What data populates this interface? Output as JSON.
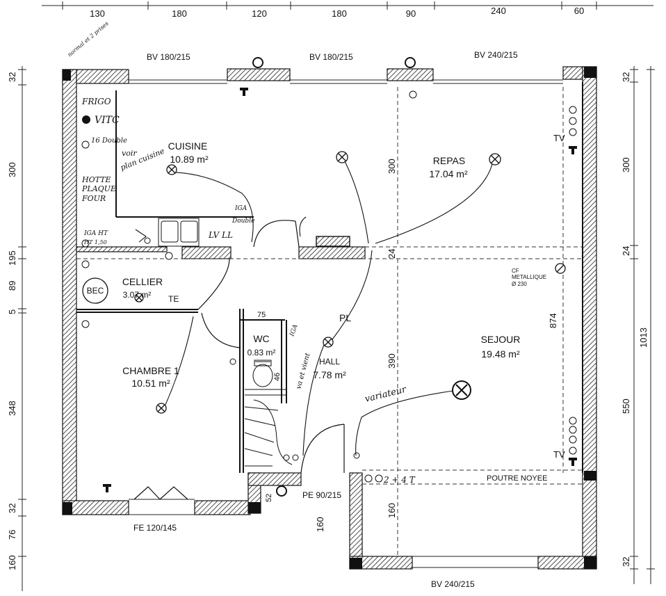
{
  "top_dimensions": [
    "130",
    "180",
    "120",
    "180",
    "90",
    "240",
    "60"
  ],
  "left_dimensions": [
    "32",
    "300",
    "195",
    "89",
    "5",
    "348",
    "32",
    "76",
    "160"
  ],
  "right_dimensions": [
    "32",
    "300",
    "24",
    "550",
    "32"
  ],
  "right_total": "1013",
  "openings": {
    "top_left": "BV 180/215",
    "top_mid": "BV 180/215",
    "top_right": "BV 240/215",
    "bottom_left": "FE 120/145",
    "entry_door": "PE 90/215",
    "bottom_right": "BV 240/215"
  },
  "rooms": {
    "cuisine": {
      "name": "CUISINE",
      "area": "10.89 m²"
    },
    "repas": {
      "name": "REPAS",
      "area": "17.04 m²"
    },
    "cellier": {
      "name": "CELLIER",
      "area": "3.07 m²"
    },
    "wc": {
      "name": "WC",
      "area": "0.83 m²"
    },
    "hall": {
      "name": "HALL",
      "area": "7.78 m²"
    },
    "sejour": {
      "name": "SEJOUR",
      "area": "19.48 m²"
    },
    "chambre": {
      "name": "CHAMBRE 1",
      "area": "10.51 m²"
    }
  },
  "interior_dimensions": {
    "repas_height": "300",
    "small_24": "24",
    "sejour_390": "390",
    "sejour_874": "874",
    "garage_160": "160",
    "wc_75": "75",
    "wc_46": "46",
    "entry_52": "52",
    "entry_160": "160"
  },
  "labels": {
    "cf": "CF",
    "metallique": "METALLIQUE",
    "diameter": "Ø 230",
    "poutre": "POUTRE NOYEE",
    "tv_top": "TV",
    "tv_bottom": "TV",
    "pl": "PL",
    "bec": "BEC",
    "te": "TE"
  },
  "handwritten": {
    "frigo": "FRIGO",
    "vitc": "VITC",
    "double": "16 Double",
    "voir": "voir",
    "plan_cuisine": "plan cuisine",
    "hotte": "HOTTE",
    "plaque": "PLAQUE",
    "four": "FOUR",
    "lv_ll": "LV LL",
    "iga_top": "IGA",
    "iga_double": "Double",
    "iga_ht": "IGA HT",
    "ht_sub": "HT 1,50",
    "va_et_vient": "va et vient",
    "variateur": "variateur",
    "entry_note": "2 + 4 T",
    "iga_wc": "IGA",
    "top_note": "normal et 2 prises"
  }
}
